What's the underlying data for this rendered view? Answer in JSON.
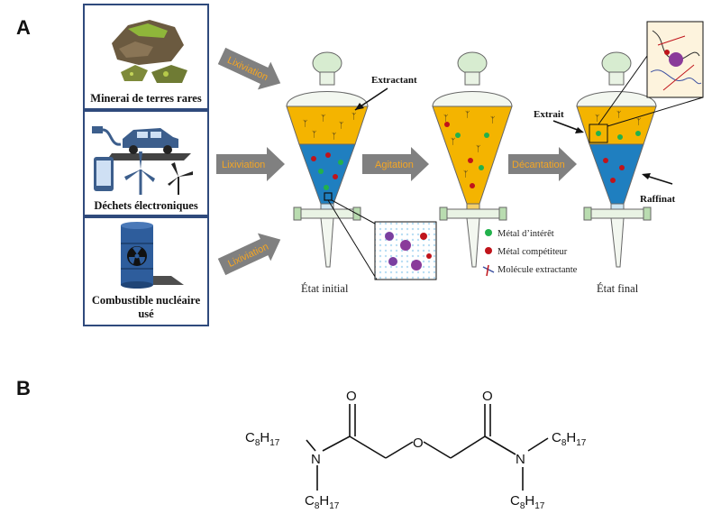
{
  "panel_a": {
    "letter": "A",
    "sources": [
      {
        "label": "Minerai de terres rares"
      },
      {
        "label": "Déchets électroniques"
      },
      {
        "label": "Combustible nucléaire usé"
      }
    ],
    "leach_arrows": [
      "Lixiviation",
      "Lixiviation",
      "Lixiviation"
    ],
    "process_arrows": [
      "Agitation",
      "Décantation"
    ],
    "funnel_labels": {
      "extractant": "Extractant",
      "extrait": "Extrait",
      "raffinat": "Raffinat"
    },
    "states": {
      "initial": "État initial",
      "final": "État final"
    },
    "legend": [
      {
        "label": "Métal d’intérêt",
        "color": "#22b14c",
        "icon": "green-dot"
      },
      {
        "label": "Métal compétiteur",
        "color": "#c0141b",
        "icon": "red-dot"
      },
      {
        "label": "Molécule extractante",
        "color": "#3b4fa0",
        "icon": "extractant-molecule"
      }
    ],
    "colors": {
      "organic_phase": "#f4b400",
      "aqueous_phase": "#1f7fc0",
      "arrow_fill": "#808080",
      "box_border": "#2f4a7c"
    }
  },
  "panel_b": {
    "letter": "B",
    "atoms": {
      "oxygen": "O",
      "nitrogen": "N"
    },
    "substituent_main": "C",
    "substituent_sub1": "8",
    "substituent_h": "H",
    "substituent_sub2": "17"
  }
}
